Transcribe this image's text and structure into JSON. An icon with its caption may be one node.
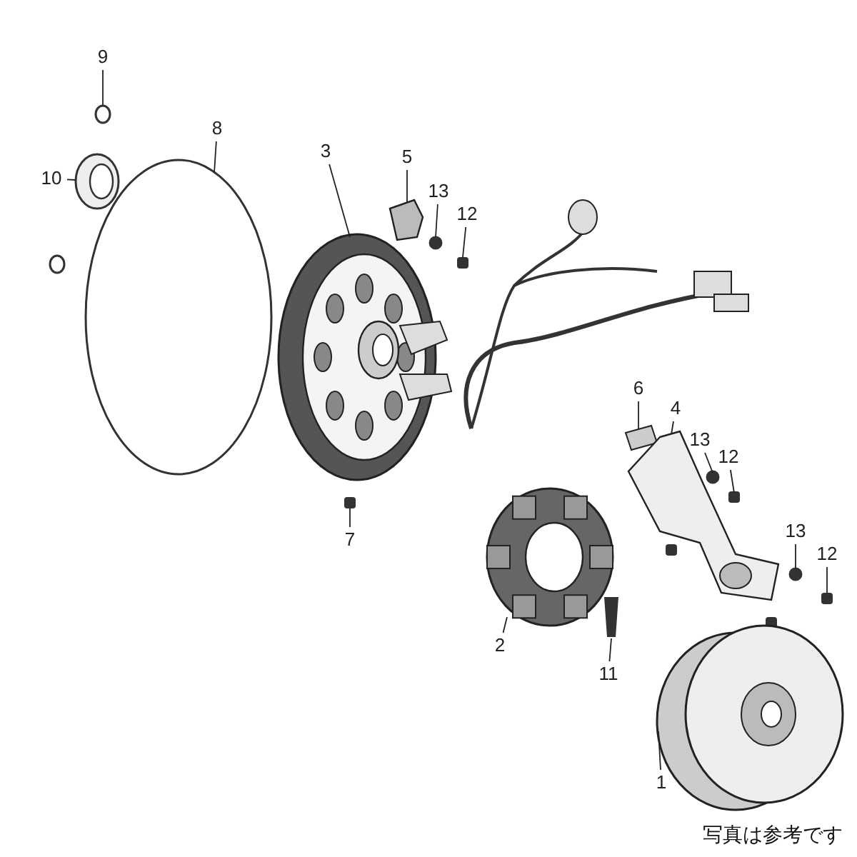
{
  "diagram": {
    "nodes": [
      {
        "text": [
          "9"
        ]
      },
      {
        "text": [
          "8"
        ]
      },
      {
        "text": [
          "10"
        ]
      },
      {
        "text": [
          "3"
        ]
      },
      {
        "text": [
          "5"
        ]
      },
      {
        "text": [
          "13"
        ]
      },
      {
        "text": [
          "12"
        ]
      },
      {
        "text": [
          "6"
        ]
      },
      {
        "text": [
          "4"
        ]
      },
      {
        "text": [
          "13"
        ]
      },
      {
        "text": [
          "12"
        ]
      },
      {
        "text": [
          "7"
        ]
      },
      {
        "text": [
          "13"
        ]
      },
      {
        "text": [
          "12"
        ]
      },
      {
        "text": [
          "2"
        ]
      },
      {
        "text": [
          "11"
        ]
      },
      {
        "text": [
          "1"
        ]
      },
      {
        "text": [],
        "shape": "circle"
      },
      {
        "text": [],
        "shape": "picture"
      },
      {
        "text": [],
        "shape": "picture"
      },
      {
        "text": [],
        "shape": "picture"
      },
      {
        "text": [],
        "shape": "picture"
      },
      {
        "text": [],
        "shape": "circle"
      },
      {
        "text": [],
        "shape": "box"
      },
      {
        "text": [],
        "shape": "picture"
      },
      {
        "text": [],
        "shape": "picture"
      },
      {
        "text": [],
        "shape": "circle"
      },
      {
        "text": [],
        "shape": "box"
      },
      {
        "text": [],
        "shape": "box"
      },
      {
        "text": [],
        "shape": "circle"
      },
      {
        "text": [],
        "shape": "box"
      },
      {
        "text": [],
        "shape": "picture"
      },
      {
        "text": [],
        "shape": "picture"
      },
      {
        "text": [],
        "shape": "picture"
      }
    ],
    "edges": [
      {
        "from": 0,
        "to": 17,
        "arrow": "none"
      },
      {
        "from": 1,
        "to": 18,
        "arrow": "none"
      },
      {
        "from": 2,
        "to": 19,
        "arrow": "none"
      },
      {
        "from": 3,
        "to": 20,
        "arrow": "none"
      },
      {
        "from": 4,
        "to": 21,
        "arrow": "none"
      },
      {
        "from": 5,
        "to": 22,
        "arrow": "none"
      },
      {
        "from": 6,
        "to": 23,
        "arrow": "none"
      },
      {
        "from": 7,
        "to": 24,
        "arrow": "none"
      },
      {
        "from": 8,
        "to": 25,
        "arrow": "none"
      },
      {
        "from": 9,
        "to": 26,
        "arrow": "none"
      },
      {
        "from": 10,
        "to": 27,
        "arrow": "none"
      },
      {
        "from": 11,
        "to": 28,
        "arrow": "none"
      },
      {
        "from": 12,
        "to": 29,
        "arrow": "none"
      },
      {
        "from": 13,
        "to": 30,
        "arrow": "none"
      },
      {
        "from": 14,
        "to": 31,
        "arrow": "none"
      },
      {
        "from": 15,
        "to": 32,
        "arrow": "none"
      },
      {
        "from": 16,
        "to": 33,
        "arrow": "none"
      }
    ],
    "labels": [
      "写真は参考です"
    ]
  }
}
